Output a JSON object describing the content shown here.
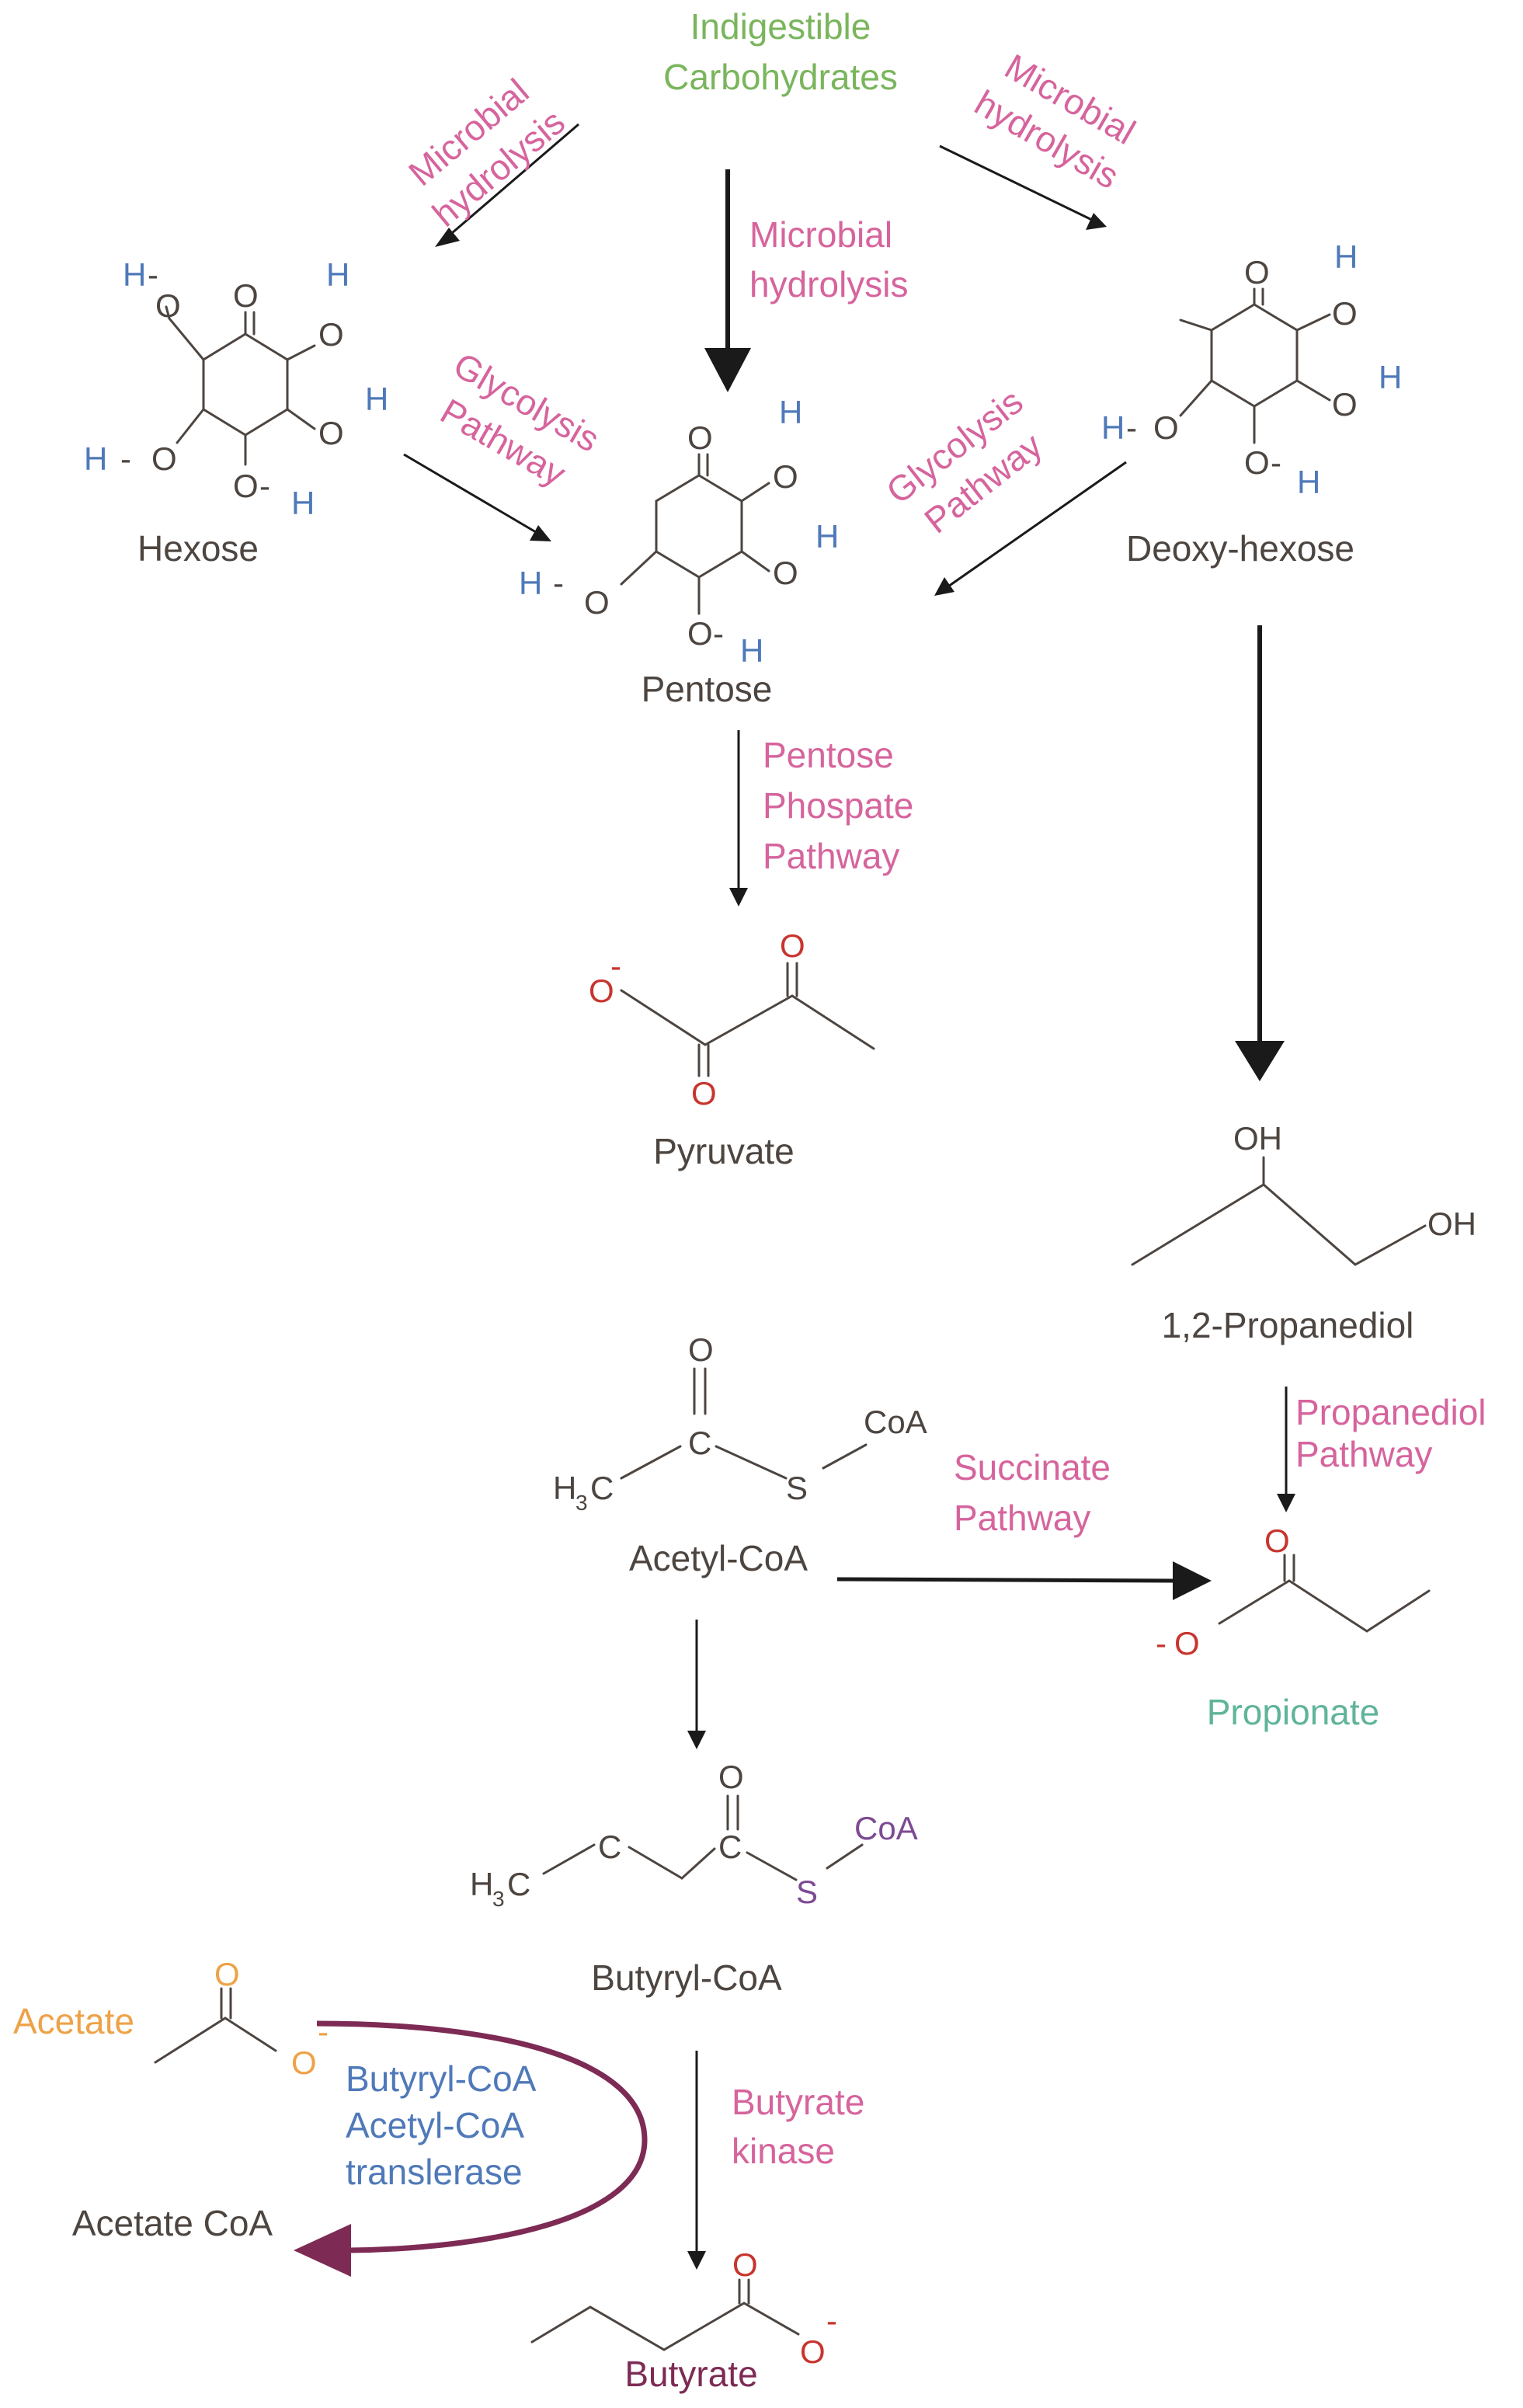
{
  "colors": {
    "compound": "#4d4540",
    "pathway": "#d6649d",
    "green": "#7ab55c",
    "teal": "#5fb49a",
    "orange": "#eea248",
    "purple": "#7d2b54",
    "blue": "#4f79b9",
    "oxygen": "#c8352e",
    "hydrogen": "#4f79b9",
    "violet": "#7d4a93",
    "arrow": "#1a1a1a"
  },
  "start": {
    "line1": "Indigestible",
    "line2": "Carbohydrates"
  },
  "pathways": {
    "hydrolysis_left": {
      "line1": "Microbial",
      "line2": "hydrolysis"
    },
    "hydrolysis_center": {
      "line1": "Microbial",
      "line2": "hydrolysis"
    },
    "hydrolysis_right": {
      "line1": "Microbial",
      "line2": "hydrolysis"
    },
    "glycolysis_left": {
      "line1": "Glycolysis",
      "line2": "Pathway"
    },
    "glycolysis_right": {
      "line1": "Glycolysis",
      "line2": "Pathway"
    },
    "pentose_phosphate": {
      "line1": "Pentose",
      "line2": "Phospate",
      "line3": "Pathway"
    },
    "propanediol": {
      "line1": "Propanediol",
      "line2": "Pathway"
    },
    "succinate": {
      "line1": "Succinate",
      "line2": "Pathway"
    },
    "butyrate_kinase": {
      "line1": "Butyrate",
      "line2": "kinase"
    },
    "translerase": {
      "line1": "Butyryl-CoA",
      "line2": "Acetyl-CoA",
      "line3": "translerase"
    }
  },
  "compounds": {
    "hexose": "Hexose",
    "pentose": "Pentose",
    "deoxy_hexose": "Deoxy-hexose",
    "pyruvate": "Pyruvate",
    "propanediol": "1,2-Propanediol",
    "acetyl_coa": "Acetyl-CoA",
    "propionate": "Propionate",
    "butyryl_coa": "Butyryl-CoA",
    "acetate": "Acetate",
    "acetate_coa": "Acetate CoA",
    "butyrate": "Butyrate"
  },
  "atoms": {
    "O": "O",
    "H": "H",
    "C": "C",
    "S": "S",
    "OH": "OH",
    "CoA": "CoA",
    "dash": "-",
    "minus": "-",
    "H3C_H": "H",
    "H3C_3": "3",
    "H3C_C": "C"
  }
}
